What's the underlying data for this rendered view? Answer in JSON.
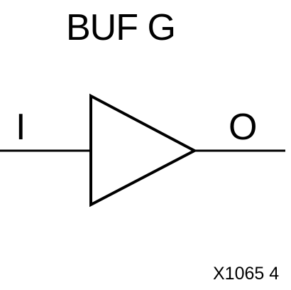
{
  "component": {
    "name": "BUF G",
    "input_pin": "I",
    "output_pin": "O"
  },
  "figure_id": "X1065 4",
  "colors": {
    "stroke": "#000000",
    "background": "#ffffff"
  }
}
